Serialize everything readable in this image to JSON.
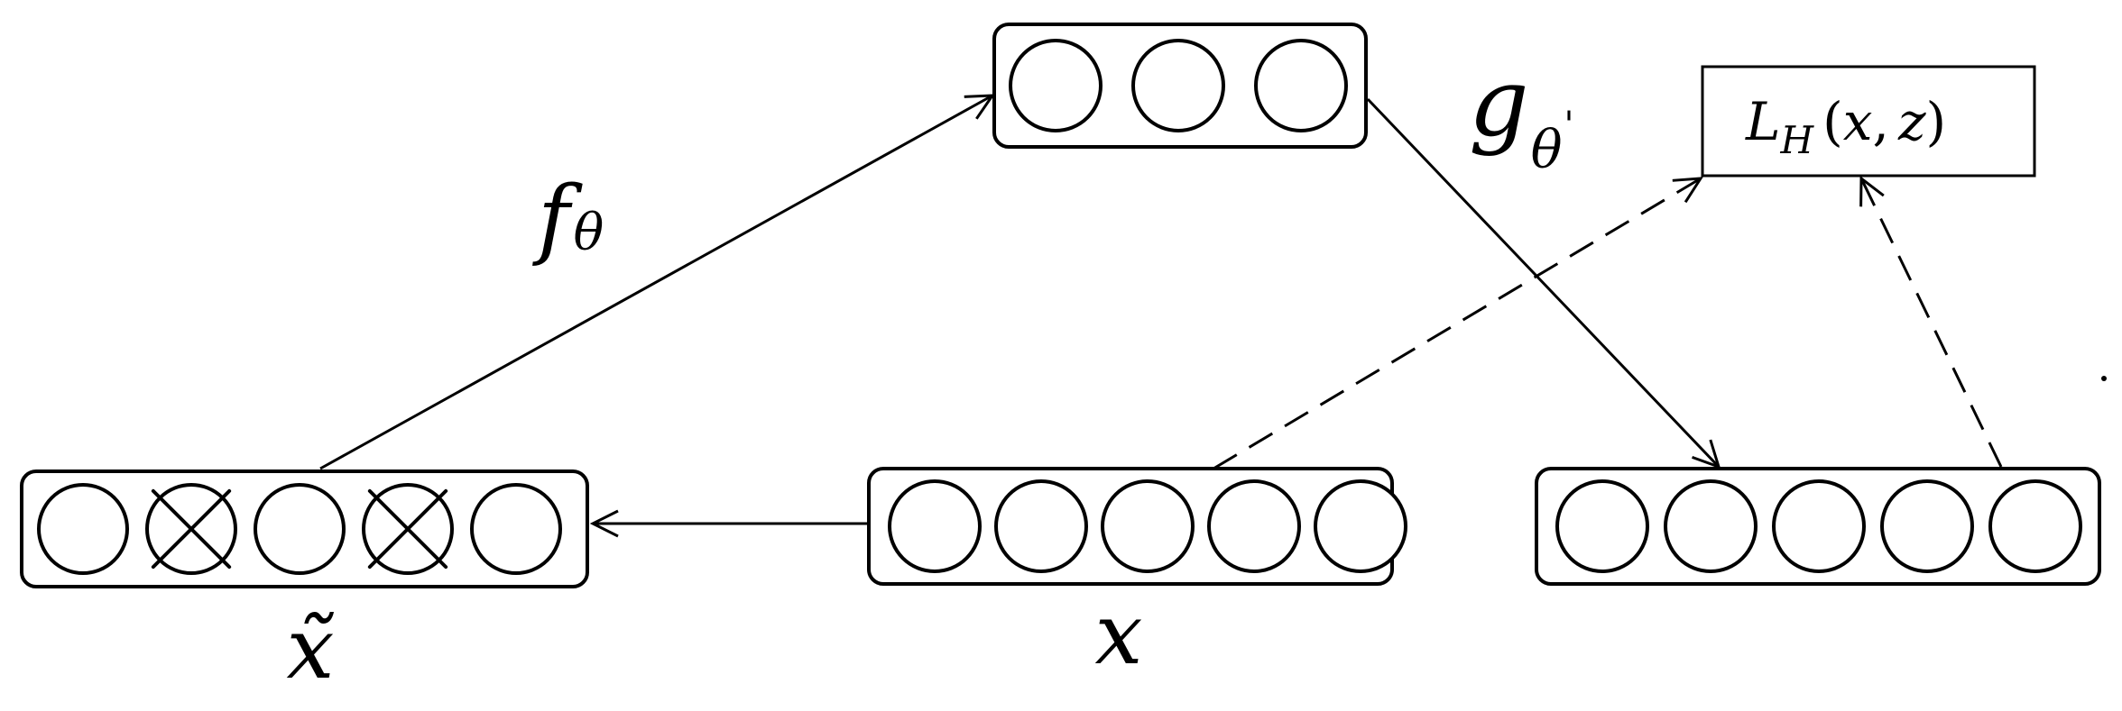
{
  "layers": {
    "corrupted_input": {
      "units": 5,
      "dropped_units": [
        1,
        3
      ],
      "label": "x̃"
    },
    "input": {
      "units": 5,
      "label": "x"
    },
    "hidden": {
      "units": 3
    },
    "reconstruction": {
      "units": 5
    }
  },
  "loss": {
    "func": "L",
    "sub": "H",
    "open_paren": "(",
    "arg1": "x",
    "comma": ",",
    "arg2": "z",
    "close_paren": ")"
  },
  "encoder": {
    "symbol": "f",
    "param": "θ"
  },
  "decoder": {
    "symbol": "g",
    "param": "θ",
    "prime": "'"
  }
}
